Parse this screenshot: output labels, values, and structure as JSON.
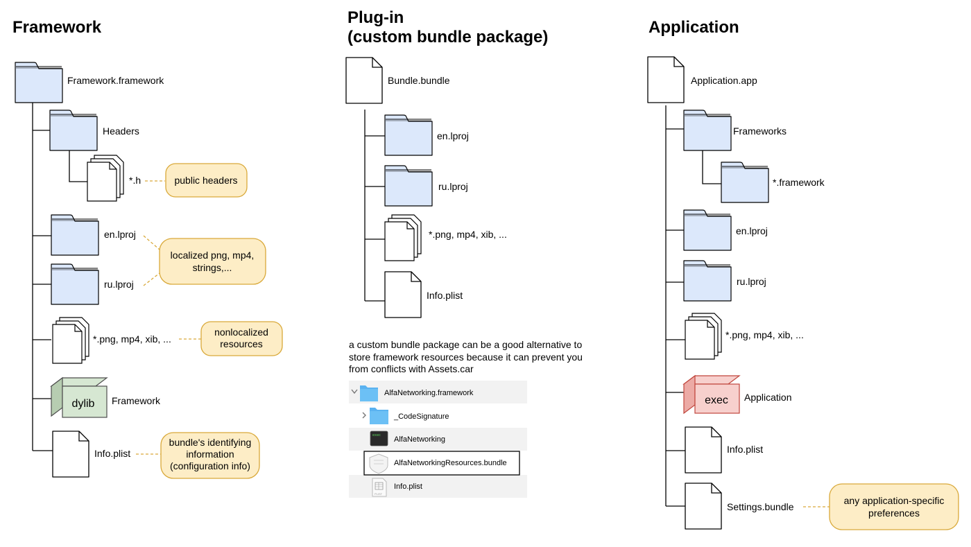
{
  "columns": {
    "framework": {
      "title": "Framework",
      "root": "Framework.framework",
      "headers": "Headers",
      "h_files": "*.h",
      "en": "en.lproj",
      "ru": "ru.lproj",
      "resources": "*.png, mp4, xib, ...",
      "dylib": "dylib",
      "binary": "Framework",
      "plist": "Info.plist"
    },
    "plugin": {
      "title_line1": "Plug-in",
      "title_line2": "(custom bundle package)",
      "root": "Bundle.bundle",
      "en": "en.lproj",
      "ru": "ru.lproj",
      "resources": "*.png, mp4, xib, ...",
      "plist": "Info.plist"
    },
    "application": {
      "title": "Application",
      "root": "Application.app",
      "frameworks": "Frameworks",
      "framework_files": "*.framework",
      "en": "en.lproj",
      "ru": "ru.lproj",
      "resources": "*.png, mp4, xib, ...",
      "exec": "exec",
      "binary": "Application",
      "plist": "Info.plist",
      "settings": "Settings.bundle"
    }
  },
  "callouts": {
    "public_headers": "public headers",
    "localized_1": "localized png, mp4,",
    "localized_2": "strings,...",
    "nonlocalized_1": "nonlocalized",
    "nonlocalized_2": "resources",
    "bundle_info_1": "bundle's identifying",
    "bundle_info_2": "information",
    "bundle_info_3": "(configuration info)",
    "app_prefs_1": "any application-specific",
    "app_prefs_2": "preferences"
  },
  "note": {
    "line1": "a custom bundle package can be a good alternative to",
    "line2": "store framework resources because it can prevent you",
    "line3": "from conflicts with Assets.car"
  },
  "finder": {
    "row1": "AlfaNetworking.framework",
    "row2": "_CodeSignature",
    "row3": "AlfaNetworking",
    "row4": "AlfaNetworkingResources.bundle",
    "row5": "Info.plist",
    "terminal_icon_text": "exec",
    "plist_icon_text": "PLIST"
  },
  "colors": {
    "folder_fill": "#dce8fb",
    "callout_fill": "#fdedc6",
    "callout_stroke": "#d9a93a",
    "dylib_front": "#d6e7d2",
    "dylib_side": "#b7cdb1",
    "exec_front": "#f7d0cd",
    "exec_side": "#ecaaa5",
    "exec_stroke": "#c0453c",
    "finder_folder": "#5ab2f0",
    "finder_row_alt": "#f2f2f2"
  }
}
